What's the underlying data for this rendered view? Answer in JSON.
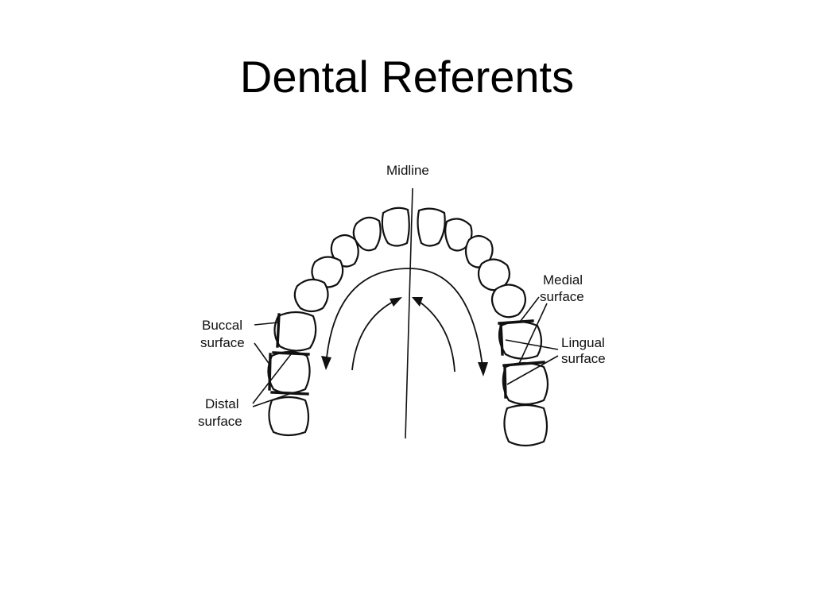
{
  "slide": {
    "title": "Dental Referents"
  },
  "diagram": {
    "labels": {
      "midline": "Midline",
      "medial_1": "Medial",
      "medial_2": "surface",
      "lingual_1": "Lingual",
      "lingual_2": "surface",
      "buccal_1": "Buccal",
      "buccal_2": "surface",
      "distal_1": "Distal",
      "distal_2": "surface"
    }
  }
}
